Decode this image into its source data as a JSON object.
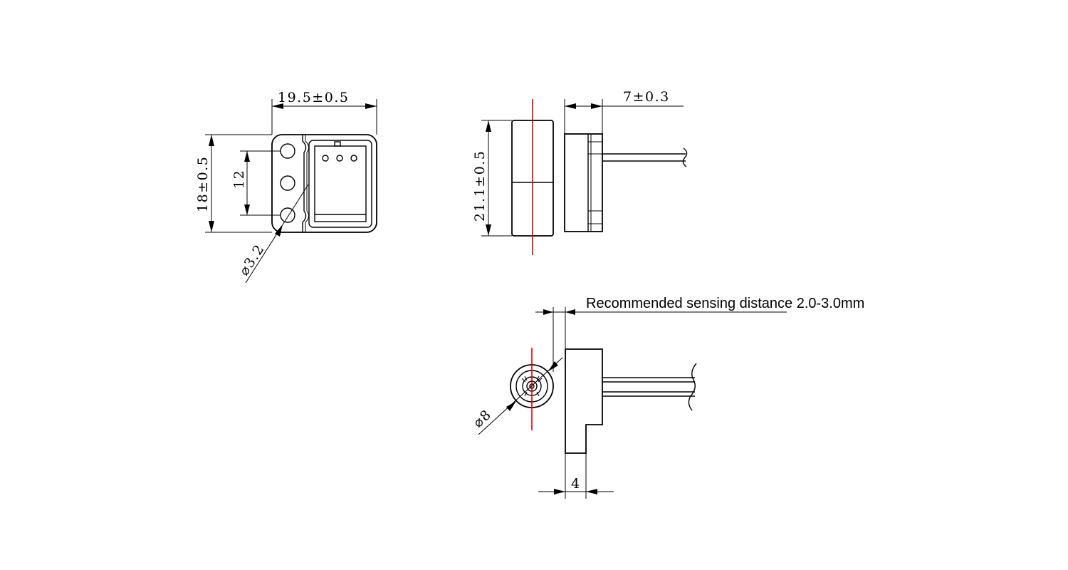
{
  "dimensions": {
    "front_width": "19.5±0.5",
    "front_height": "18±0.5",
    "hole_spacing": "12",
    "hole_diameter": "⌀3.2",
    "side_height": "21.1±0.5",
    "side_thickness": "7±0.3",
    "magnet_diameter": "⌀8",
    "flange_width": "4"
  },
  "notes": {
    "sensing_distance": "Recommended sensing distance 2.0-3.0mm"
  },
  "colors": {
    "line": "#000000",
    "centerline": "#e00000",
    "background": "#ffffff"
  }
}
